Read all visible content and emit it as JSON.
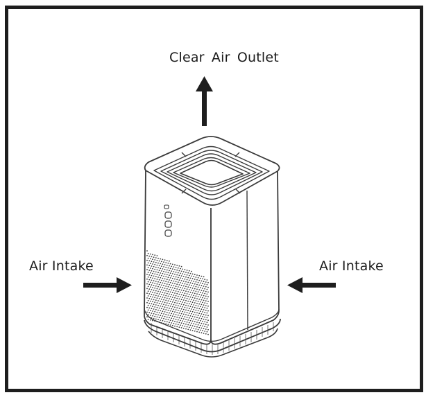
{
  "labels": {
    "outlet": "Clear Air Outlet",
    "intake_left": "Air Intake",
    "intake_right": "Air Intake"
  },
  "colors": {
    "ink": "#1e1e1e",
    "line": "#3a3a3a",
    "background": "#ffffff"
  },
  "icons": {
    "purifier": "air-purifier-illustration",
    "up_arrow": "arrow-up-icon",
    "right_arrow": "arrow-right-icon",
    "left_arrow": "arrow-left-icon"
  }
}
